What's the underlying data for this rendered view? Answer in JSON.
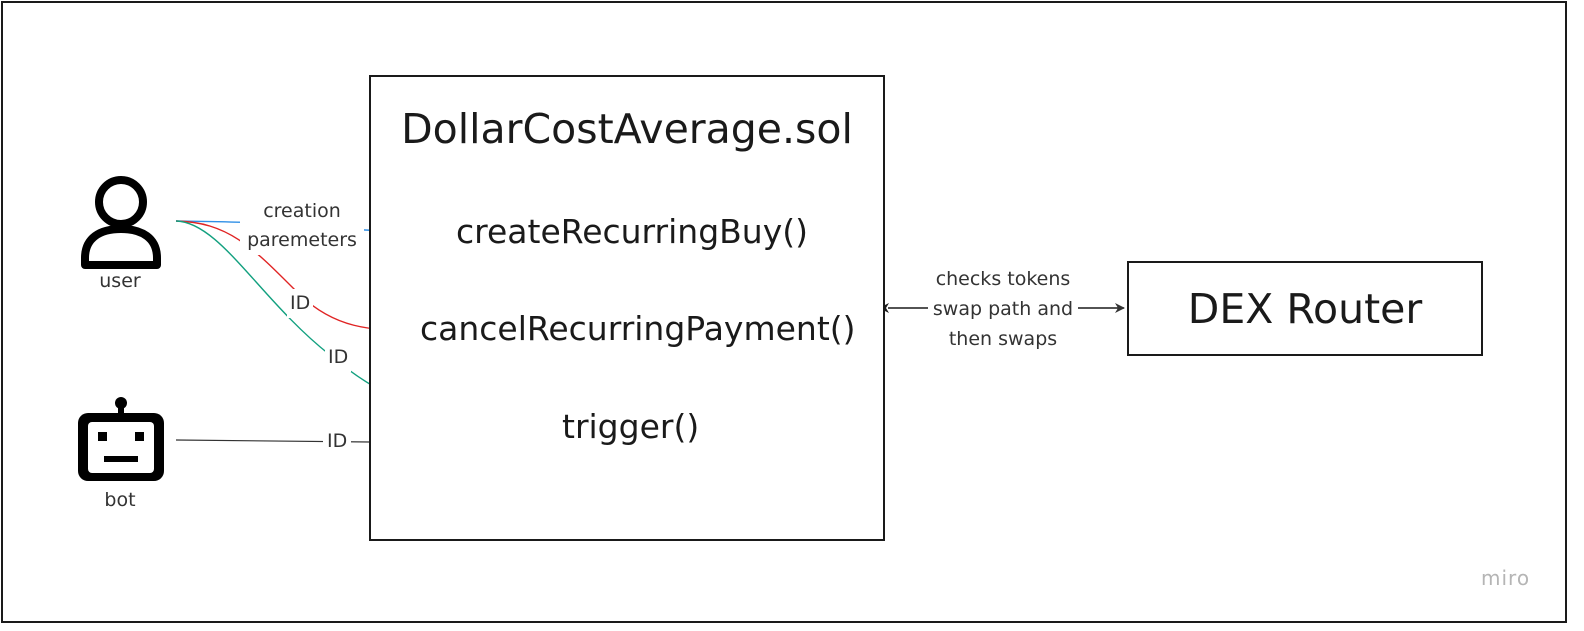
{
  "diagram": {
    "contract": {
      "title": "DollarCostAverage.sol"
    },
    "functions": {
      "create": "createRecurringBuy()",
      "cancel": "cancelRecurringPayment()",
      "trigger": "trigger()"
    },
    "actors": {
      "user": "user",
      "bot": "bot"
    },
    "edges": {
      "creation_line1": "creation",
      "creation_line2": "paremeters",
      "id_cancel": "ID",
      "id_trigger": "ID",
      "id_bot": "ID",
      "router_line1": "checks tokens",
      "router_line2": "swap path and",
      "router_line3": "then swaps"
    },
    "router": {
      "title": "DEX Router"
    },
    "watermark": "miro",
    "colors": {
      "create_edge": "#2f8fe6",
      "cancel_edge": "#e02424",
      "trigger_edge": "#12a07f",
      "bot_edge": "#333333",
      "stroke": "#1a1a1a"
    }
  }
}
